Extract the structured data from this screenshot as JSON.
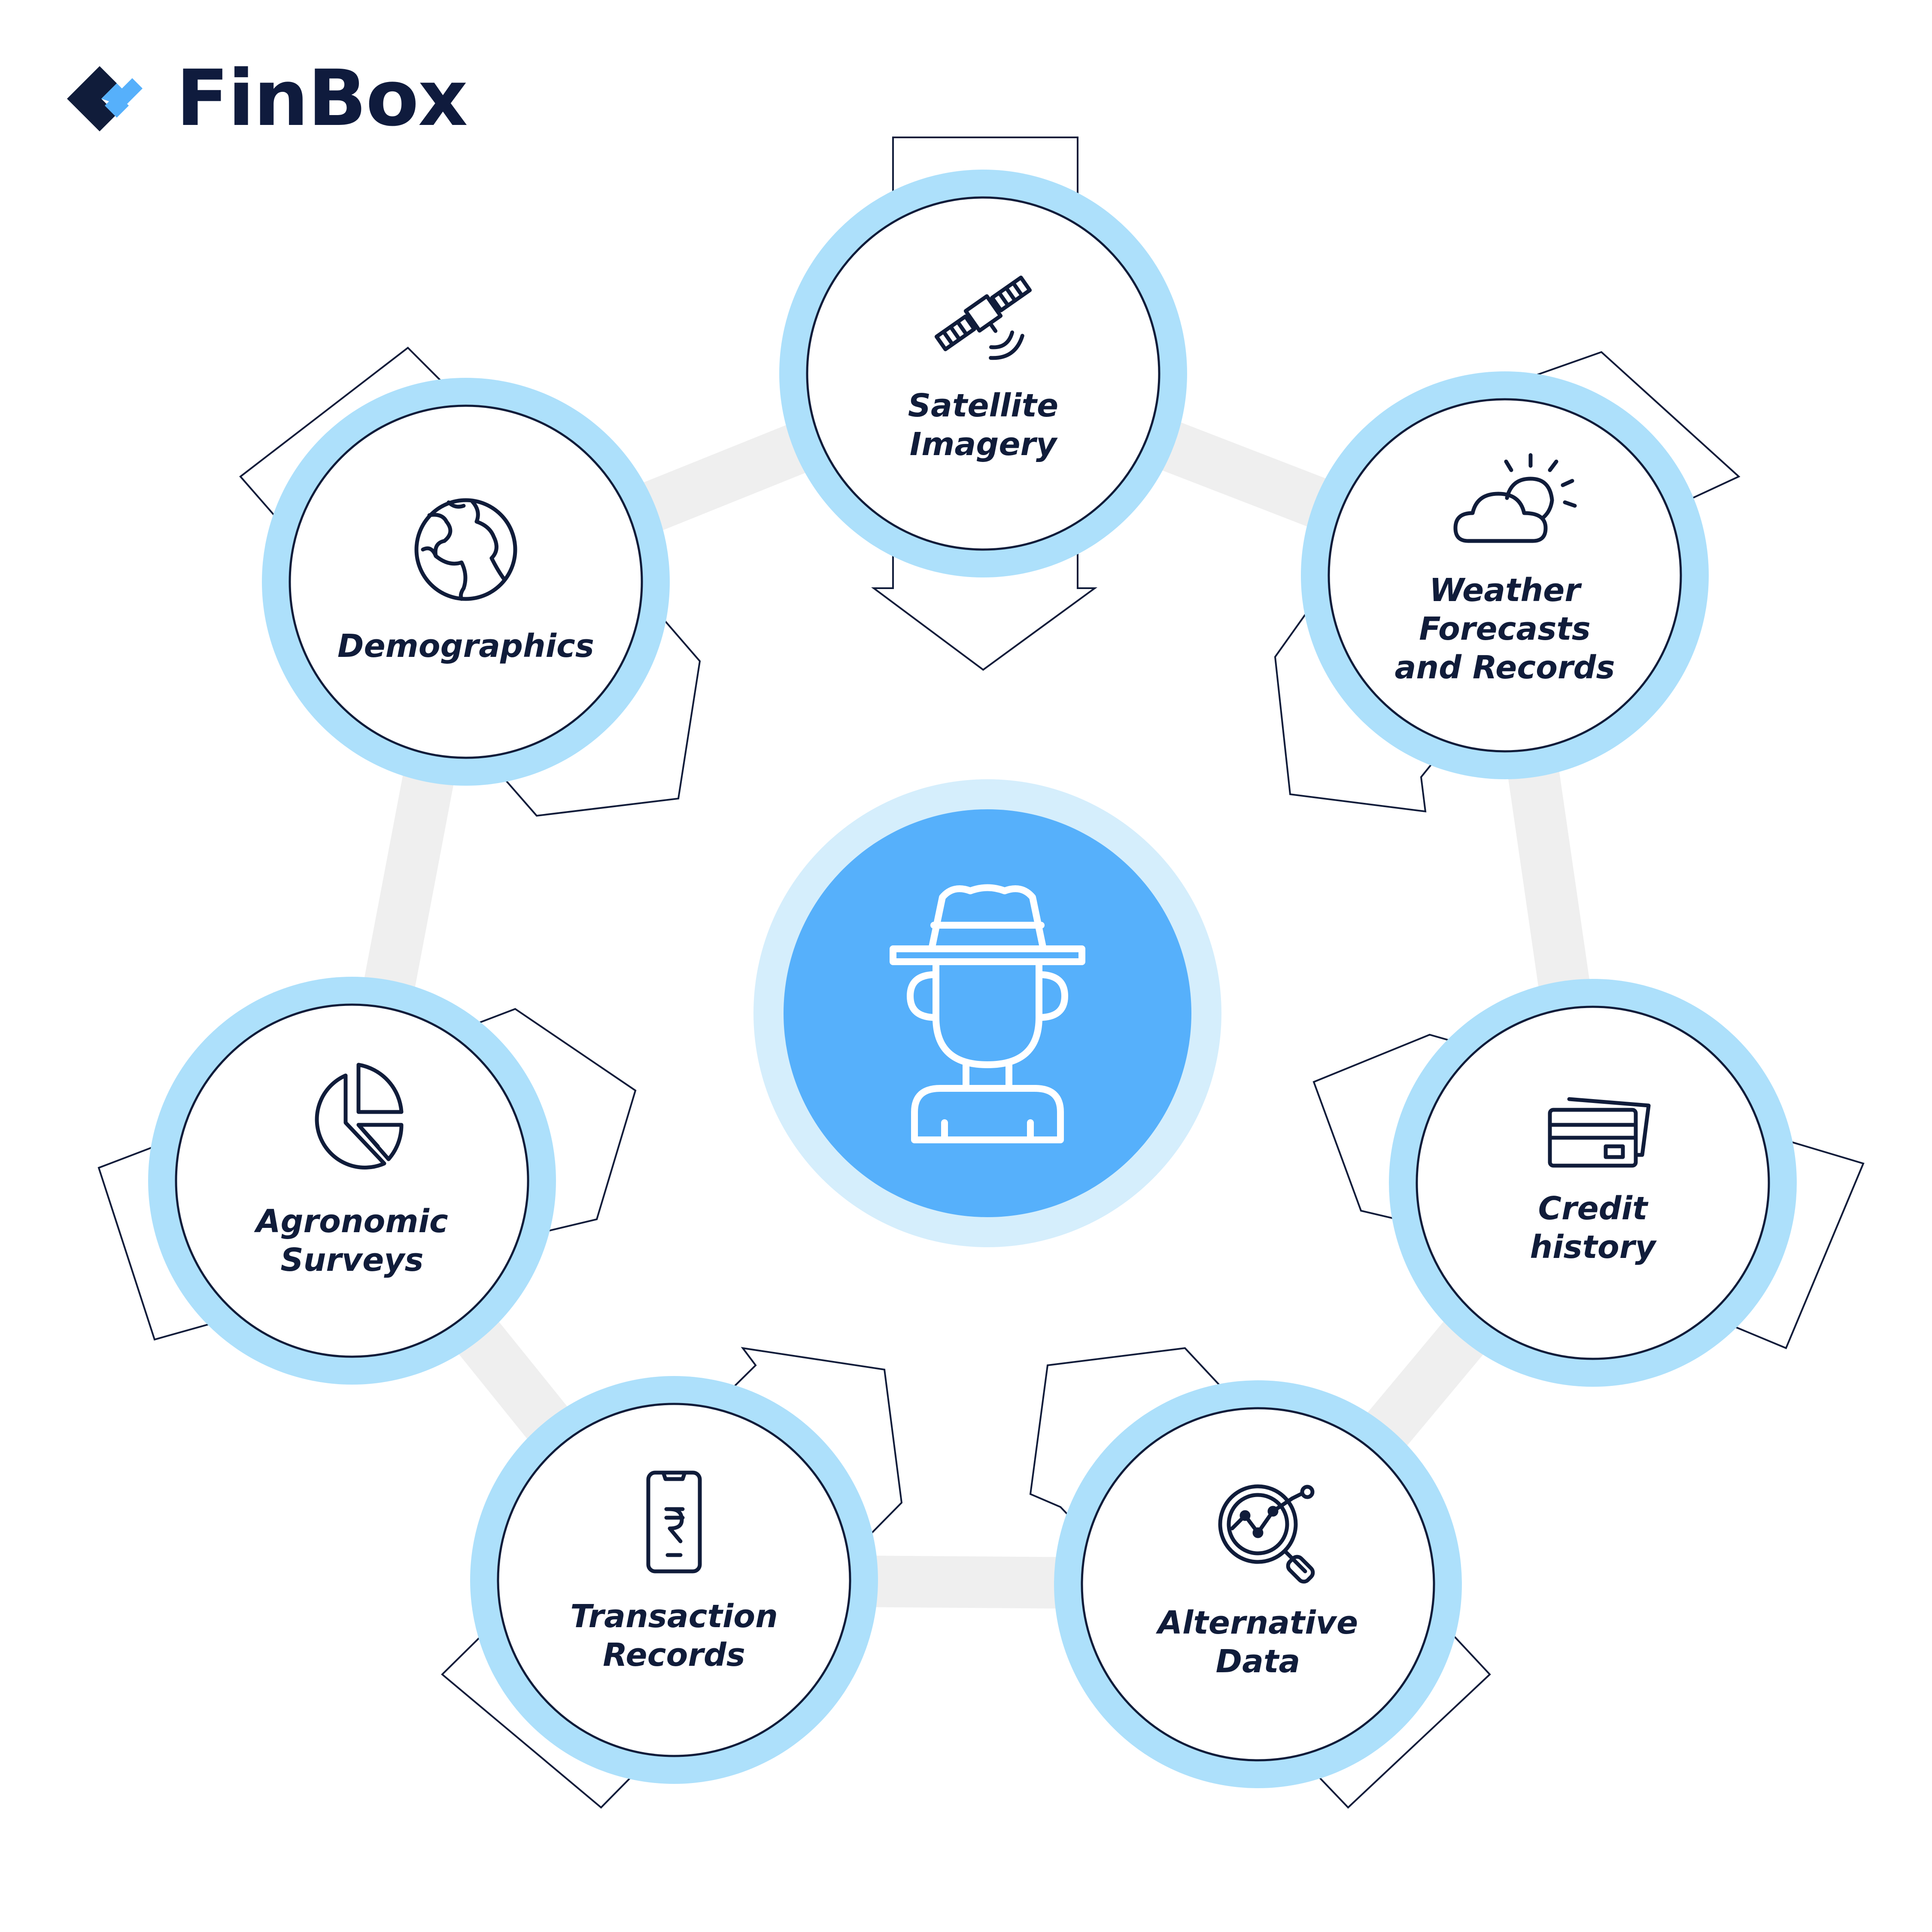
{
  "brand": {
    "name": "FinBox",
    "logo_icon": "finbox-logo-icon"
  },
  "hub": {
    "icon": "farmer-icon",
    "color": "#56b0fb"
  },
  "colors": {
    "ring": "#ade0fb",
    "outline": "#101c3a",
    "connector": "#efefef",
    "hub_glow": "#d5eefc"
  },
  "nodes": [
    {
      "id": "satellite-imagery",
      "label": "Satellite\nImagery",
      "icon": "satellite-icon"
    },
    {
      "id": "weather-forecasts",
      "label": "Weather\nForecasts\nand Records",
      "icon": "weather-icon"
    },
    {
      "id": "credit-history",
      "label": "Credit\nhistory",
      "icon": "credit-card-icon"
    },
    {
      "id": "alternative-data",
      "label": "Alternative\nData",
      "icon": "analytics-magnifier-icon"
    },
    {
      "id": "transaction-records",
      "label": "Transaction\nRecords",
      "icon": "mobile-rupee-icon"
    },
    {
      "id": "agronomic-surveys",
      "label": "Agronomic\nSurveys",
      "icon": "pie-chart-icon"
    },
    {
      "id": "demographics",
      "label": "Demographics",
      "icon": "globe-icon"
    }
  ]
}
